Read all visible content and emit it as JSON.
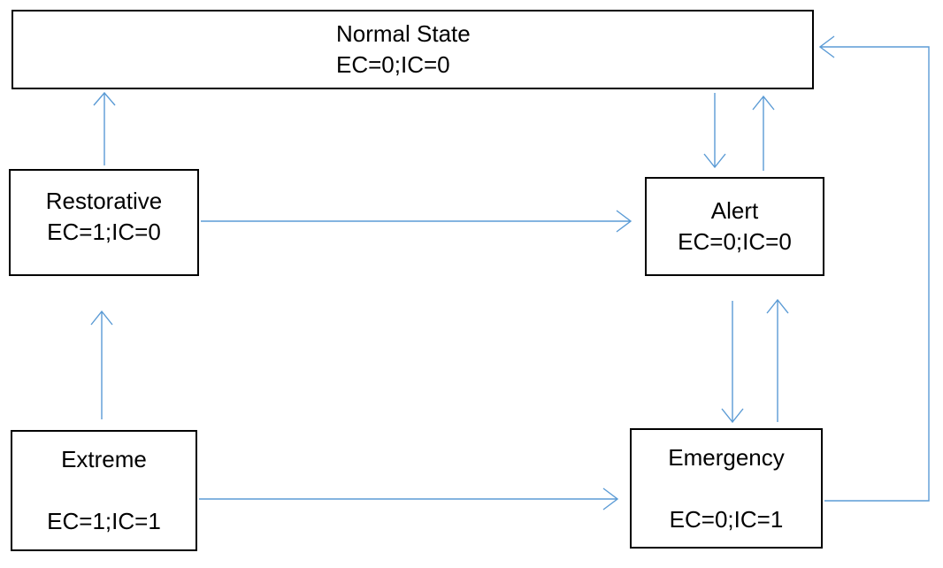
{
  "diagram": {
    "background_color": "#ffffff",
    "box_border_color": "#000000",
    "arrow_color": "#5b9bd5",
    "nodes": {
      "normal": {
        "label": "Normal State",
        "code": "EC=0;IC=0"
      },
      "restorative": {
        "label": "Restorative",
        "code": "EC=1;IC=0"
      },
      "alert": {
        "label": "Alert",
        "code": "EC=0;IC=0"
      },
      "extreme": {
        "label": "Extreme",
        "code": "EC=1;IC=1"
      },
      "emergency": {
        "label": "Emergency",
        "code": "EC=0;IC=1"
      }
    },
    "transitions": [
      {
        "from": "Restorative",
        "to": "Normal State"
      },
      {
        "from": "Normal State",
        "to": "Alert"
      },
      {
        "from": "Alert",
        "to": "Normal State"
      },
      {
        "from": "Restorative",
        "to": "Alert"
      },
      {
        "from": "Alert",
        "to": "Emergency"
      },
      {
        "from": "Emergency",
        "to": "Alert"
      },
      {
        "from": "Extreme",
        "to": "Restorative"
      },
      {
        "from": "Extreme",
        "to": "Emergency"
      },
      {
        "from": "Emergency",
        "to": "Normal State"
      }
    ]
  }
}
